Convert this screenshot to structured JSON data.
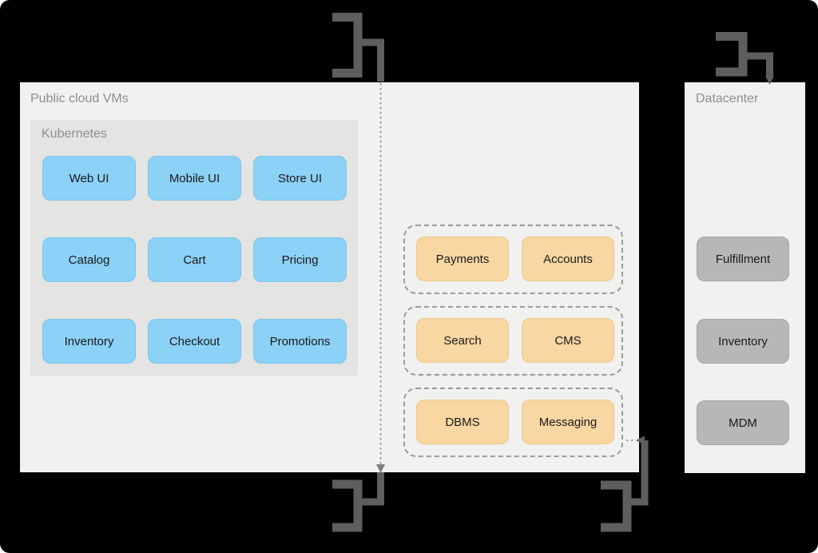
{
  "diagram": {
    "public_cloud": {
      "label": "Public cloud VMs",
      "kubernetes": {
        "label": "Kubernetes",
        "services": [
          "Web UI",
          "Mobile UI",
          "Store UI",
          "Catalog",
          "Cart",
          "Pricing",
          "Inventory",
          "Checkout",
          "Promotions"
        ]
      }
    },
    "middleware_groups": [
      {
        "services": [
          "Payments",
          "Accounts"
        ]
      },
      {
        "services": [
          "Search",
          "CMS"
        ]
      },
      {
        "services": [
          "DBMS",
          "Messaging"
        ]
      }
    ],
    "datacenter": {
      "label": "Datacenter",
      "services": [
        "Fulfillment",
        "Inventory",
        "MDM"
      ]
    },
    "colors": {
      "background": "#000000",
      "panel": "#F1F1F0",
      "kubernetes_panel": "#E4E4E3",
      "service_blue": "#8CD1F6",
      "service_orange": "#F8D7A3",
      "service_gray": "#B7B7B7",
      "connector": "#5E5E5E",
      "dashed_line": "#8A8A8A",
      "label_text": "#8E8E8E",
      "node_text": "#1A1A1A"
    }
  }
}
